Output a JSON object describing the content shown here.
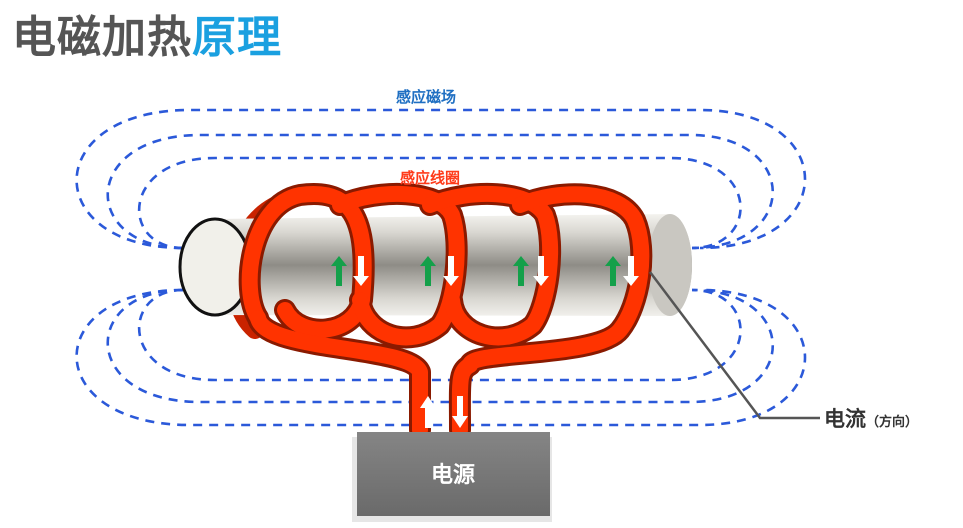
{
  "title": {
    "part1": "电磁加热",
    "part2": "原理"
  },
  "labels": {
    "magnetic_field": "感应磁场",
    "coil": "感应线圈",
    "current": "电流",
    "current_direction": "（方向）",
    "power_source": "电源"
  },
  "colors": {
    "title_gray": "#555555",
    "title_blue": "#1aa0e0",
    "field_line": "#2b59d9",
    "field_label": "#1f6fc2",
    "coil": "#ff3300",
    "coil_label": "#ff3b1a",
    "arrow_up": "#14a04a",
    "arrow_down": "#ffffff",
    "power_box": "#7a7a7a"
  }
}
